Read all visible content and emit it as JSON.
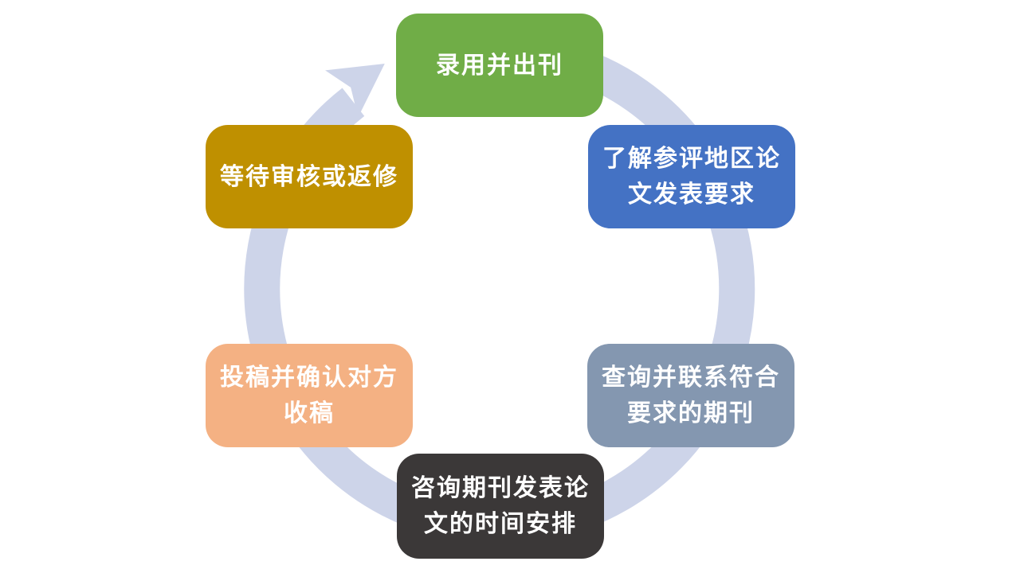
{
  "diagram": {
    "type": "cycle",
    "flow_direction": "clockwise",
    "ring_color": "#cdd4e9",
    "arrow_color": "#cdd4e9",
    "text_color": "#ffffff",
    "steps": [
      {
        "id": "accept-and-publish",
        "label": "录用并出刊",
        "color": "#70ad47",
        "position": "top"
      },
      {
        "id": "learn-region-requirements",
        "label": "了解参评地区论\n文发表要求",
        "color": "#4472c4",
        "position": "top-right"
      },
      {
        "id": "find-and-contact-journal",
        "label": "查询并联系符合\n要求的期刊",
        "color": "#8497b0",
        "position": "bottom-right"
      },
      {
        "id": "consult-publish-schedule",
        "label": "咨询期刊发表论\n文的时间安排",
        "color": "#3b3838",
        "position": "bottom"
      },
      {
        "id": "submit-and-confirm",
        "label": "投稿并确认对方\n收稿",
        "color": "#f4b183",
        "position": "bottom-left"
      },
      {
        "id": "wait-review-or-revise",
        "label": "等待审核或返修",
        "color": "#bf9000",
        "position": "top-left"
      }
    ]
  }
}
